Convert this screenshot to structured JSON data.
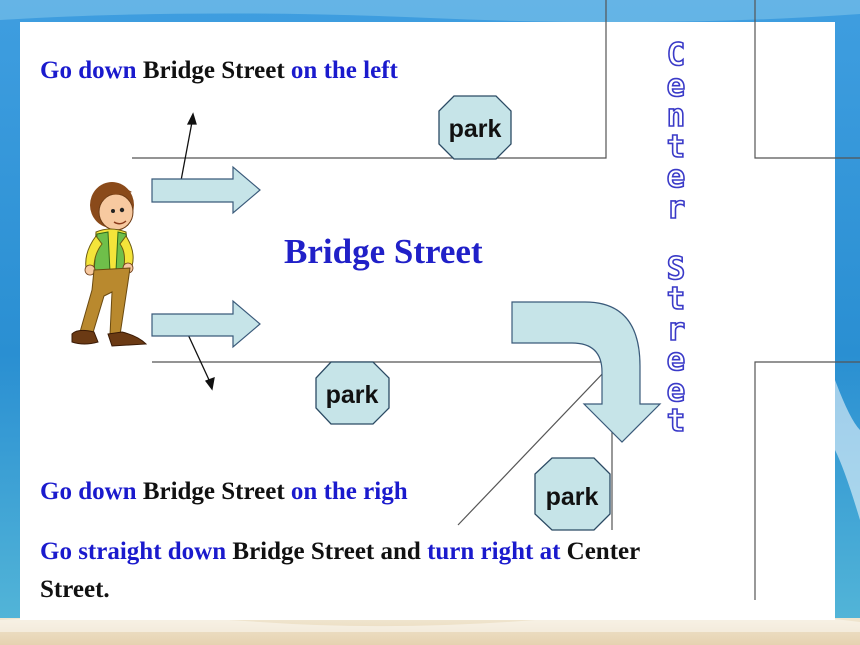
{
  "colors": {
    "blue_text": "#1a1acd",
    "street_title": "#2020c8",
    "arrow_fill": "#c6e4e8",
    "sign_fill": "#c6e4e8",
    "sky": "#2a8fd2",
    "sand": "#ecdcc0"
  },
  "texts": {
    "line1": {
      "blue_a": "Go down",
      "black": "Bridge Street",
      "blue_b": "on the left"
    },
    "line2": {
      "blue_a": "Go down",
      "black": "Bridge Street",
      "blue_b": "on the righ"
    },
    "line3": {
      "blue_a": "Go straight down",
      "black_a": "Bridge Street and",
      "blue_b": "turn right at",
      "black_b": "Center",
      "black_c": "Street."
    }
  },
  "street_title": "Bridge Street",
  "vertical_street_letters": [
    "C",
    "e",
    "n",
    "t",
    "e",
    "r",
    "",
    "S",
    "t",
    "r",
    "e",
    "e",
    "t"
  ],
  "signs": [
    "park",
    "park",
    "park"
  ],
  "icons": {
    "boy": "boy-walking-icon"
  }
}
